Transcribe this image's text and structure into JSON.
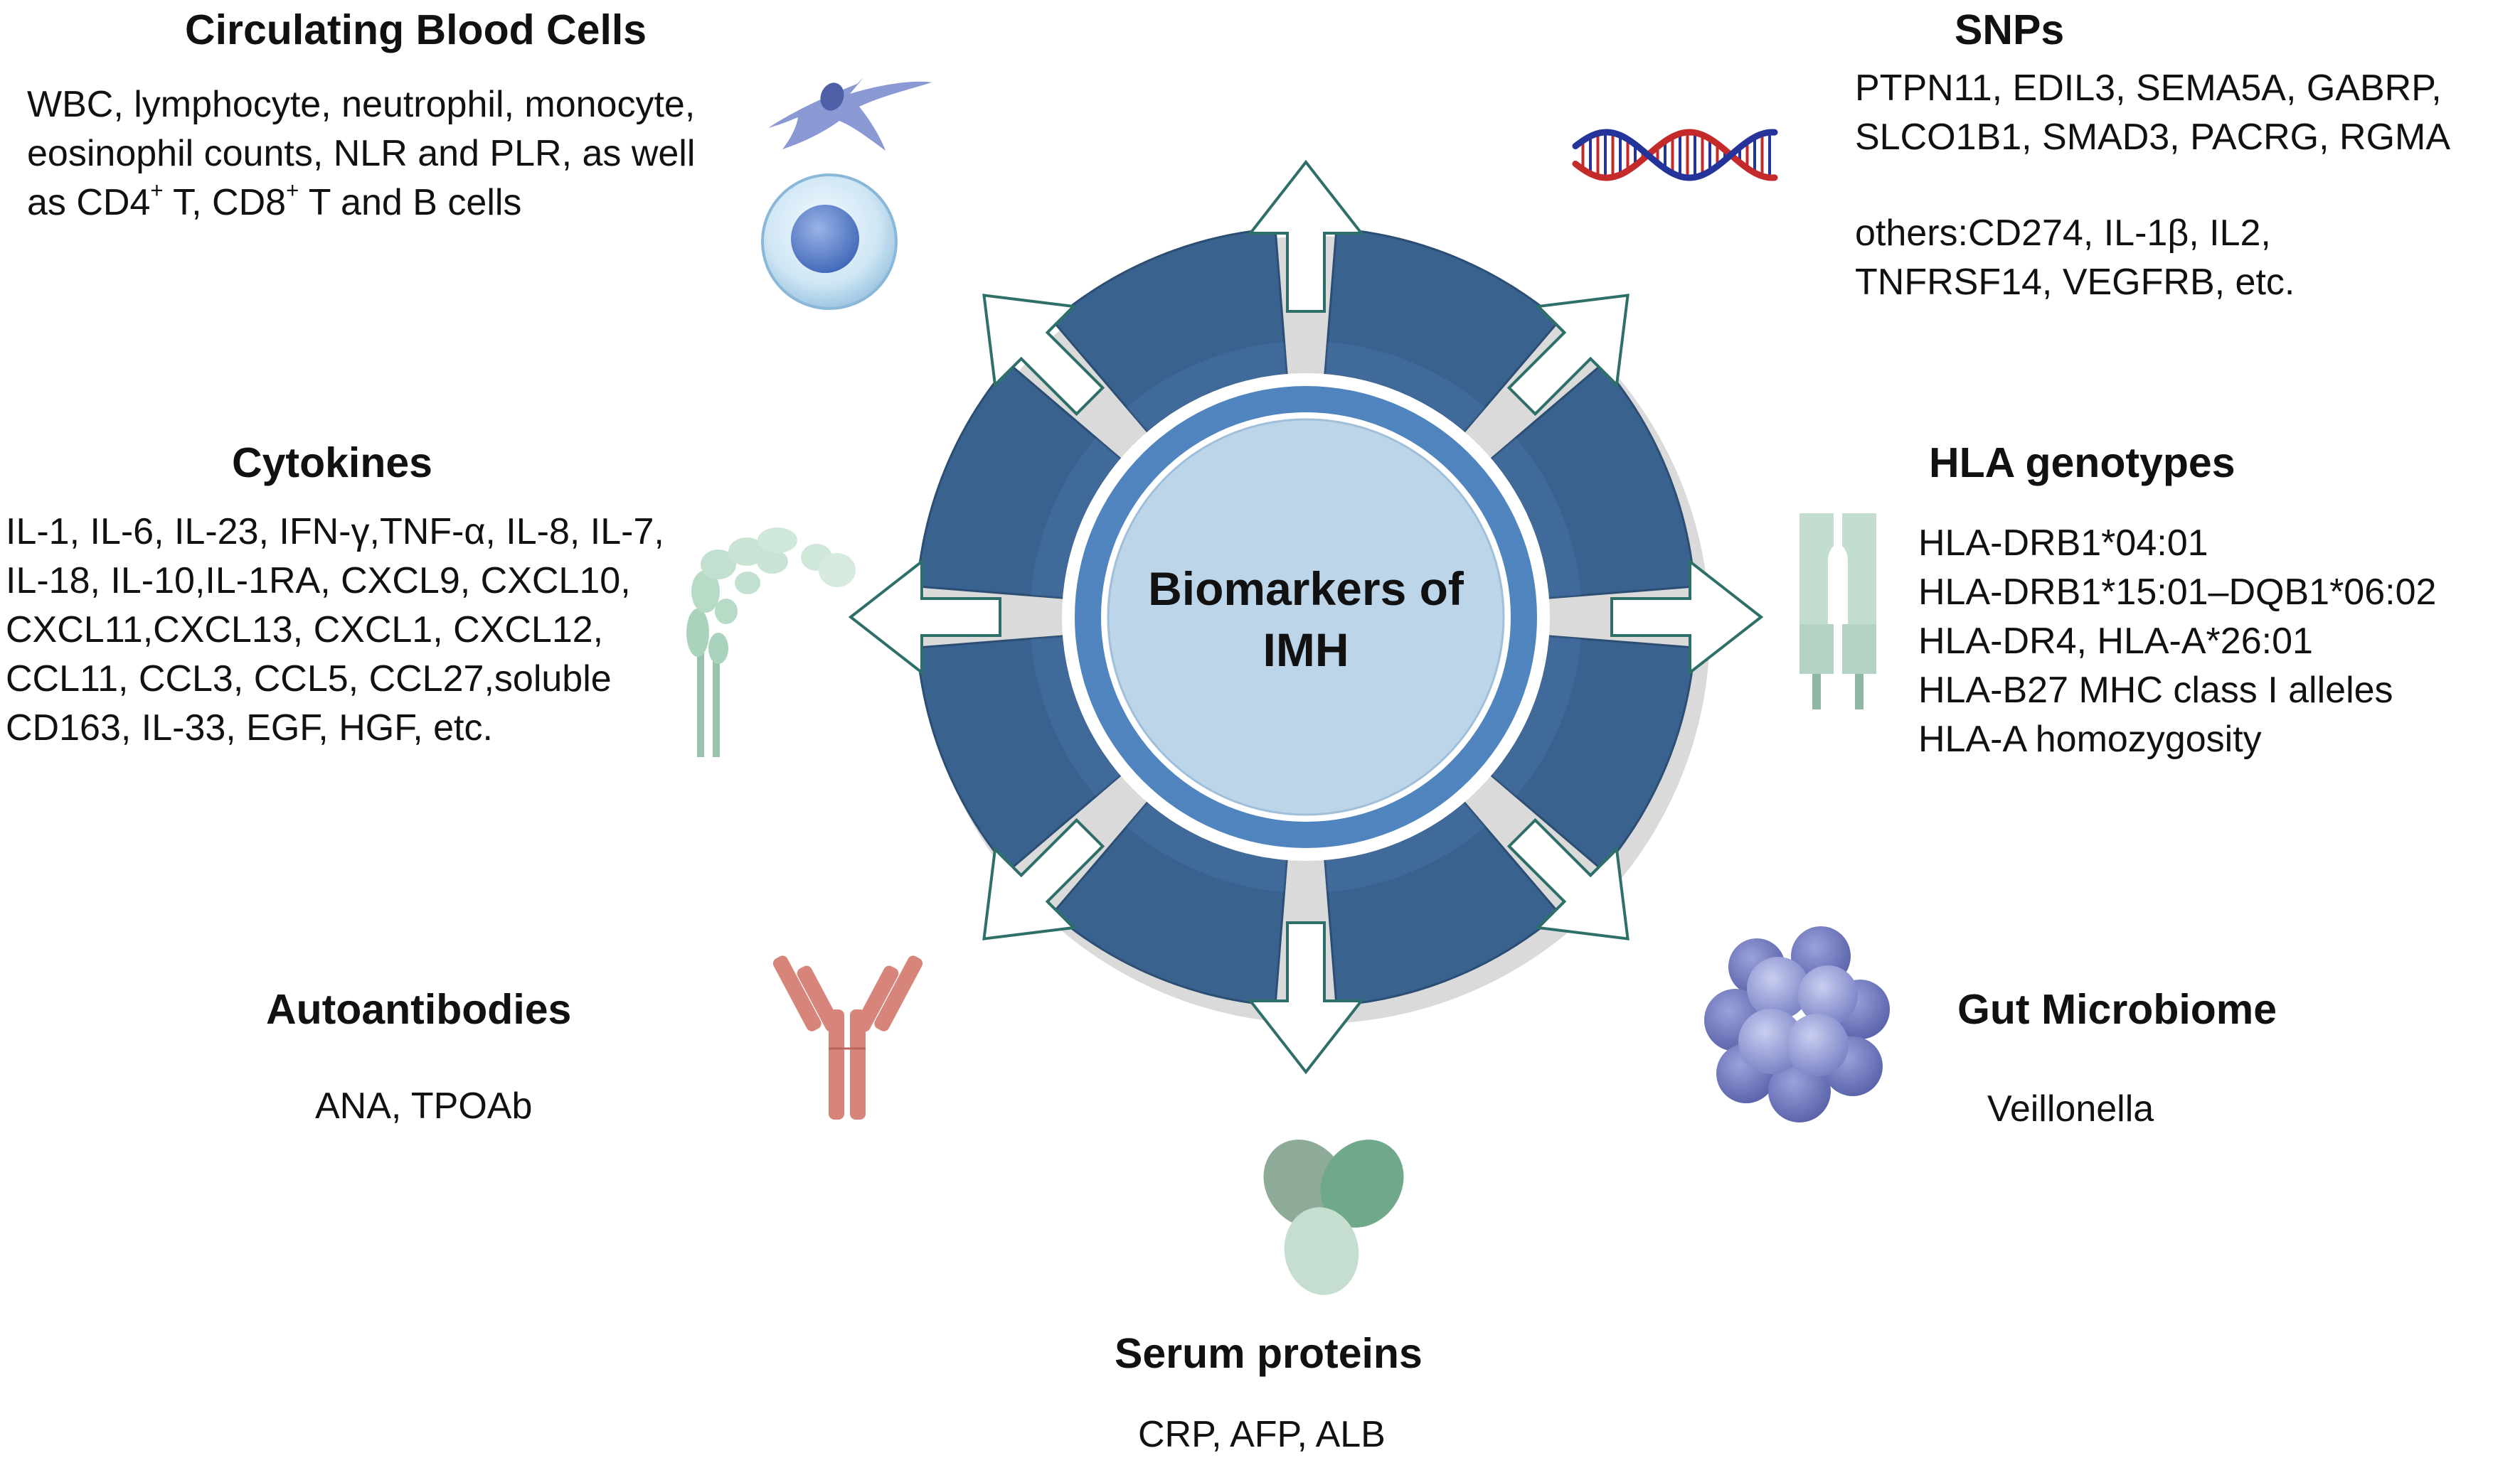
{
  "center": {
    "line1": "Biomarkers of",
    "line2": "IMH"
  },
  "circulating": {
    "title": "Circulating Blood Cells",
    "text_a": "WBC, lymphocyte, neutrophil, monocyte, eosinophil counts, NLR and PLR, as well as CD4",
    "sup_1": "+",
    "text_b": " T, CD8",
    "sup_2": "+",
    "text_c": " T and B cells",
    "icons": [
      "dendritic-cell-icon",
      "lymphocyte-cell-icon"
    ]
  },
  "snps": {
    "title": "SNPs",
    "lines": [
      "PTPN11, EDIL3, SEMA5A, GABRP,",
      "SLCO1B1, SMAD3, PACRG, RGMA"
    ],
    "others": [
      "others:CD274, IL-1β, IL2,",
      "TNFRSF14, VEGFRB, etc."
    ],
    "icon": "dna-helix-icon"
  },
  "cytokines": {
    "title": "Cytokines",
    "text": "IL-1, IL-6, IL-23, IFN-γ,TNF-α, IL-8, IL-7, IL-18, IL-10,IL-1RA, CXCL9, CXCL10, CXCL11,CXCL13, CXCL1, CXCL12, CCL11, CCL3, CCL5, CCL27,soluble CD163, IL-33, EGF, HGF, etc.",
    "icon": "cytokine-receptor-icon"
  },
  "hla": {
    "title": "HLA genotypes",
    "lines": [
      "HLA-DRB1*04:01",
      "HLA-DRB1*15:01–DQB1*06:02",
      "HLA-DR4, HLA-A*26:01",
      "HLA-B27 MHC class I alleles",
      "HLA-A homozygosity"
    ],
    "icon": "hla-receptor-icon"
  },
  "autoantibodies": {
    "title": "Autoantibodies",
    "text": "ANA, TPOAb",
    "icon": "antibody-icon"
  },
  "gut": {
    "title": "Gut Microbiome",
    "text": "Veillonella",
    "icon": "bacteria-cluster-icon"
  },
  "serum": {
    "title": "Serum proteins",
    "text": "CRP, AFP, ALB",
    "icon": "protein-globules-icon"
  },
  "colors": {
    "ring_dark": "#39628E",
    "ring_mid": "#4F84BE",
    "core": "#BCD5E9",
    "arrow_stroke": "#2F6F6A",
    "dna_red": "#C42A2A",
    "dna_blue": "#24349A",
    "antibody": "#D7857B",
    "microbe": "#8C96D2",
    "protein": "#7FAF98",
    "cytokine": "#A9D3BC",
    "receptor": "#C4DDD1"
  }
}
